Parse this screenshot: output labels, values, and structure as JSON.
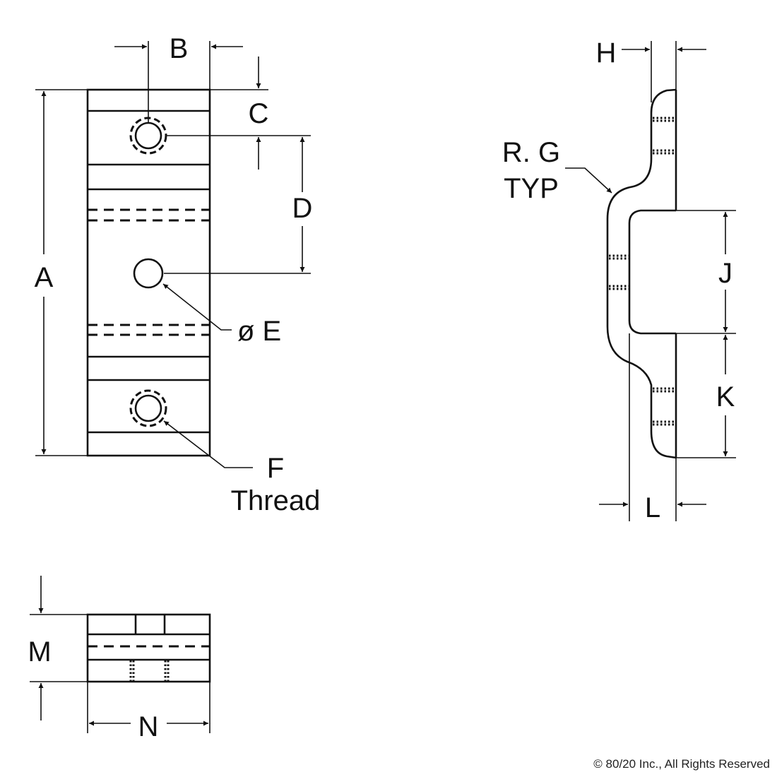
{
  "labels": {
    "A": "A",
    "B": "B",
    "C": "C",
    "D": "D",
    "E": "ø E",
    "F": "F",
    "thread": "Thread",
    "G": "R. G",
    "typ": "TYP",
    "H": "H",
    "J": "J",
    "K": "K",
    "L": "L",
    "M": "M",
    "N": "N"
  },
  "copyright": "© 80/20 Inc., All Rights Reserved"
}
